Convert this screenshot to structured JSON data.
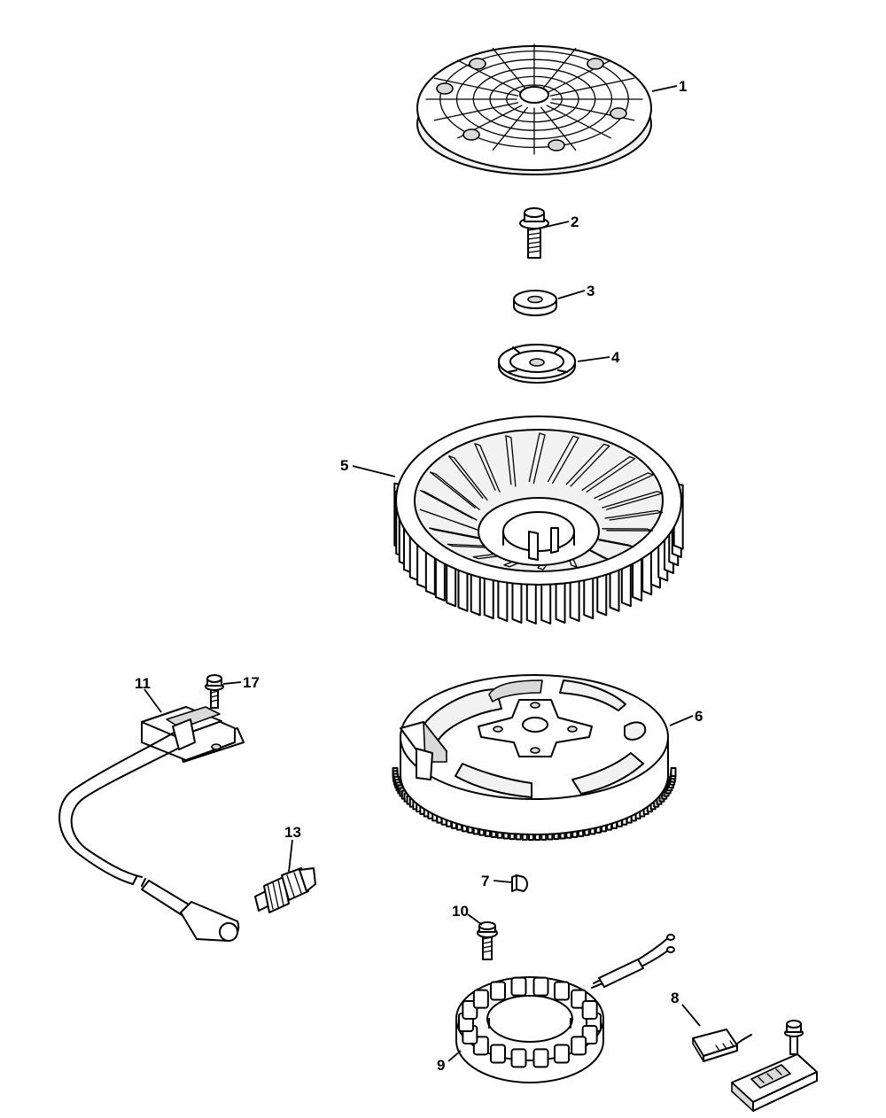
{
  "diagram": {
    "callouts": [
      {
        "id": "1",
        "text": "1"
      },
      {
        "id": "2",
        "text": "2"
      },
      {
        "id": "3",
        "text": "3"
      },
      {
        "id": "4",
        "text": "4"
      },
      {
        "id": "5",
        "text": "5"
      },
      {
        "id": "6",
        "text": "6"
      },
      {
        "id": "7",
        "text": "7"
      },
      {
        "id": "8",
        "text": "8"
      },
      {
        "id": "9",
        "text": "9"
      },
      {
        "id": "10",
        "text": "10"
      },
      {
        "id": "11",
        "text": "11"
      },
      {
        "id": "13",
        "text": "13"
      },
      {
        "id": "17",
        "text": "17"
      }
    ],
    "parts": [
      {
        "callout": "1",
        "icon": "fan-screen-icon"
      },
      {
        "callout": "2",
        "icon": "flange-bolt-icon"
      },
      {
        "callout": "3",
        "icon": "washer-icon"
      },
      {
        "callout": "4",
        "icon": "fan-retainer-icon"
      },
      {
        "callout": "5",
        "icon": "cooling-fan-icon"
      },
      {
        "callout": "6",
        "icon": "flywheel-icon"
      },
      {
        "callout": "7",
        "icon": "woodruff-key-icon"
      },
      {
        "callout": "8",
        "icon": "rectifier-regulator-icon"
      },
      {
        "callout": "9",
        "icon": "stator-icon"
      },
      {
        "callout": "10",
        "icon": "stator-screw-icon"
      },
      {
        "callout": "11",
        "icon": "ignition-module-icon"
      },
      {
        "callout": "13",
        "icon": "spark-plug-icon"
      },
      {
        "callout": "17",
        "icon": "module-screw-icon"
      }
    ]
  }
}
